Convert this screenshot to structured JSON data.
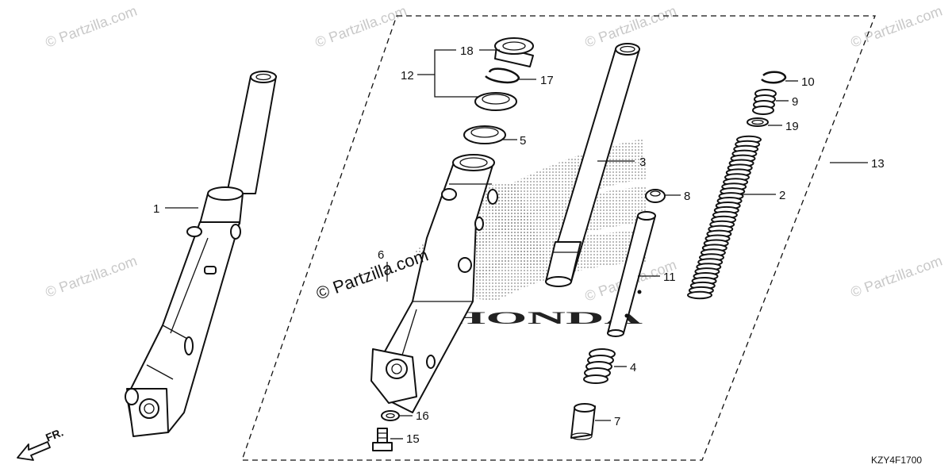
{
  "callouts": {
    "c1": "1",
    "c2": "2",
    "c3": "3",
    "c4": "4",
    "c5": "5",
    "c6": "6",
    "c7": "7",
    "c8": "8",
    "c9": "9",
    "c10": "10",
    "c11": "11",
    "c12": "12",
    "c13": "13",
    "c15": "15",
    "c16": "16",
    "c17": "17",
    "c18": "18",
    "c19": "19"
  },
  "watermark": {
    "text": "© Partzilla.com",
    "center_text": "© Partzilla.com"
  },
  "background_logo": "HONDA",
  "front_indicator": "FR.",
  "diagram_code": "KZY4F1700",
  "colors": {
    "line": "#111111",
    "watermark": "#c8c8c8",
    "logo_dots": "#8a8a8a"
  }
}
